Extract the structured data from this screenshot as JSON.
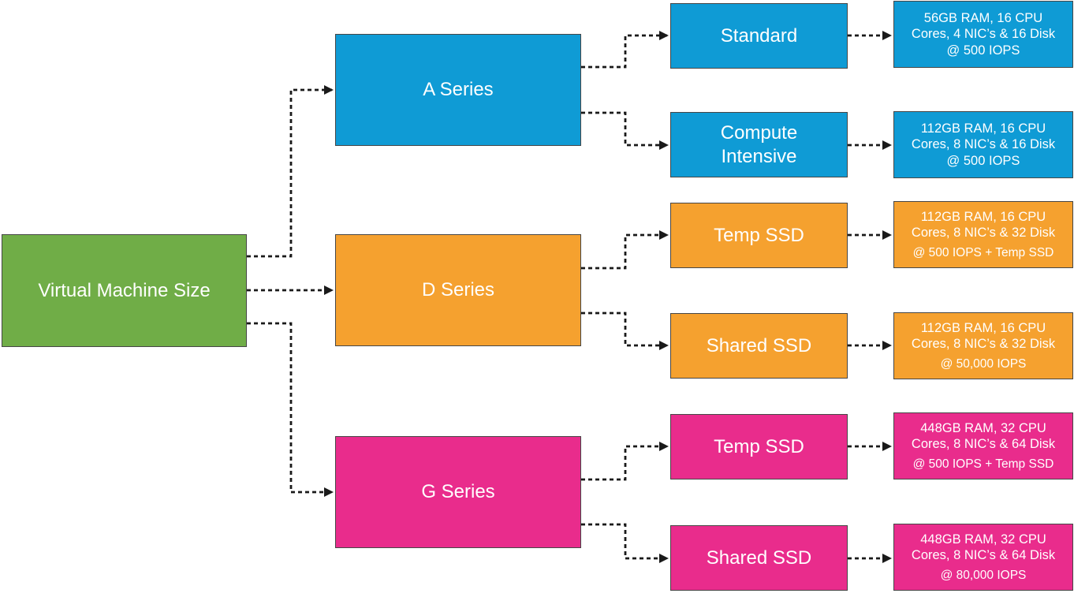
{
  "diagram": {
    "root": {
      "label": "Virtual Machine Size",
      "color": "#70AD47"
    },
    "series": [
      {
        "label": "A Series",
        "color": "#0F9BD5"
      },
      {
        "label": "D Series",
        "color": "#F5A12F"
      },
      {
        "label": "G Series",
        "color": "#E92C8C"
      }
    ],
    "variants": [
      {
        "series": "A Series",
        "label": "Standard",
        "color": "#0F9BD5",
        "spec_lines": [
          "56GB RAM, 16 CPU",
          "Cores, 4 NIC’s & 16 Disk",
          "@ 500 IOPS"
        ]
      },
      {
        "series": "A Series",
        "label": "Compute Intensive",
        "color": "#0F9BD5",
        "spec_lines": [
          "112GB RAM, 16 CPU",
          "Cores, 8 NIC’s & 16 Disk",
          "@ 500 IOPS"
        ]
      },
      {
        "series": "D Series",
        "label": "Temp SSD",
        "color": "#F5A12F",
        "spec_lines": [
          "112GB RAM, 16 CPU",
          "Cores, 8 NIC’s & 32 Disk",
          "@ 500 IOPS + Temp SSD"
        ]
      },
      {
        "series": "D Series",
        "label": "Shared SSD",
        "color": "#F5A12F",
        "spec_lines": [
          "112GB RAM, 16 CPU",
          "Cores, 8 NIC’s & 32 Disk",
          "@ 50,000 IOPS"
        ]
      },
      {
        "series": "G Series",
        "label": "Temp SSD",
        "color": "#E92C8C",
        "spec_lines": [
          "448GB RAM, 32 CPU",
          "Cores, 8 NIC’s & 64 Disk",
          "@ 500 IOPS + Temp SSD"
        ]
      },
      {
        "series": "G Series",
        "label": "Shared SSD",
        "color": "#E92C8C",
        "spec_lines": [
          "448GB RAM, 32 CPU",
          "Cores, 8 NIC’s & 64 Disk",
          "@ 80,000 IOPS"
        ]
      }
    ],
    "connector_color": "#1A1A1A",
    "border_color": "#464646"
  }
}
